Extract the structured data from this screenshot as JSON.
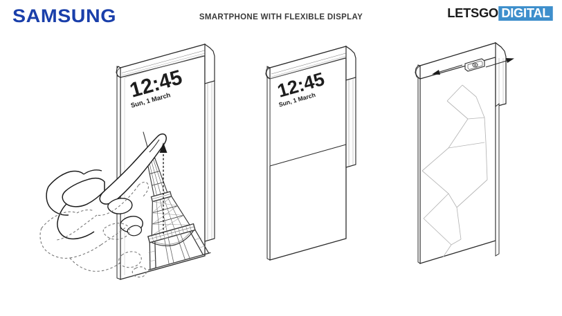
{
  "header": {
    "brand_logo": "SAMSUNG",
    "brand_color": "#1a3faa",
    "title": "SMARTPHONE WITH FLEXIBLE DISPLAY",
    "title_color": "#3a3a3a",
    "watermark_part1": "LETSGO",
    "watermark_part2": "DIGITAL",
    "watermark_accent": "#3e8fcc",
    "watermark_text_color": "#1a1a1a"
  },
  "background": "#ffffff",
  "line_color": "#2b2b2b",
  "figures": [
    {
      "id": "figure-1",
      "name": "rollable-phone-front-with-hand",
      "view": "front, display unrolled, user finger swiping up",
      "screen": {
        "clock": "12:45",
        "date": "Sun, 1 March",
        "wallpaper": "eiffel-tower"
      },
      "gesture": "finger-swipe-up",
      "annotation": "hand holding device with index finger extended, dashed ghost outline showing prior hand position, dashed motion arrow pointing up"
    },
    {
      "id": "figure-2",
      "name": "rollable-phone-front-partial-display",
      "view": "front, display partially rolled, upper strip active",
      "screen": {
        "clock": "12:45",
        "date": "Sun, 1 March",
        "wallpaper": ""
      },
      "gesture": "",
      "annotation": "rolled display cylinder visible along top and right edge"
    },
    {
      "id": "figure-3",
      "name": "rollable-phone-rear-view",
      "view": "rear, rolled edge at top-right, camera module on rolled bar",
      "screen": {
        "clock": "",
        "date": "",
        "wallpaper": ""
      },
      "gesture": "bidirectional-roll",
      "annotation": "camera module on rolled top bar with two opposing arrows indicating roll in and roll out directions"
    }
  ]
}
